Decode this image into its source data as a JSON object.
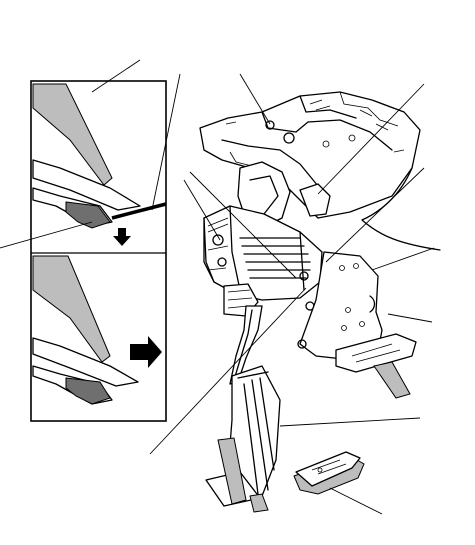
{
  "figure": {
    "background": "#ffffff",
    "line_color": "#000000",
    "shade_light": "#bdbdbd",
    "shade_dark": "#6f6f6f"
  },
  "parts": [
    "inset-panel-upper",
    "inset-panel-lower",
    "mounting-bracket",
    "pedal-module",
    "pedal-arm",
    "pedal-pad",
    "floor-mat-stopper",
    "sensor-connector"
  ],
  "callout_icons": [
    "arrow-down-icon",
    "arrow-right-icon"
  ]
}
